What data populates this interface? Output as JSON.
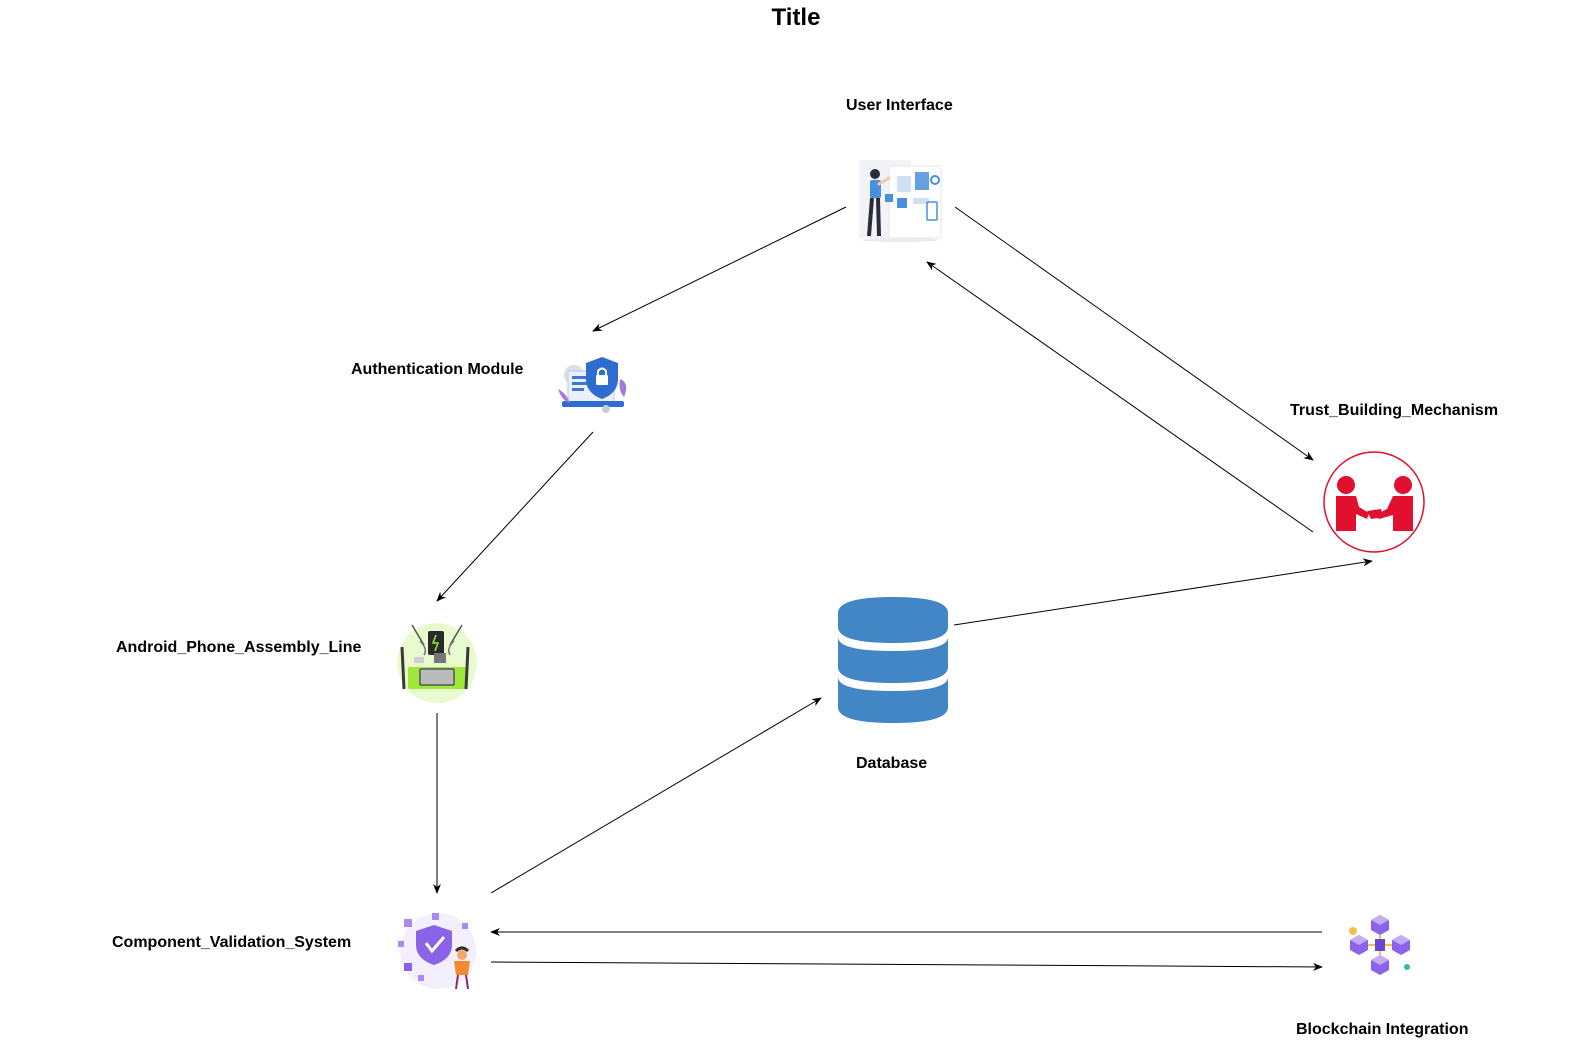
{
  "diagram": {
    "title": "Title",
    "nodes": {
      "user_interface": {
        "label": "User Interface",
        "icon": "user-interface-illustration-icon"
      },
      "authentication": {
        "label": "Authentication Module",
        "icon": "security-shield-lock-icon"
      },
      "trust": {
        "label": "Trust_Building_Mechanism",
        "icon": "handshake-icon"
      },
      "assembly": {
        "label": "Android_Phone_Assembly_Line",
        "icon": "phone-assembly-icon"
      },
      "database": {
        "label": "Database",
        "icon": "database-cylinder-icon"
      },
      "validation": {
        "label": "Component_Validation_System",
        "icon": "validation-shield-check-icon"
      },
      "blockchain": {
        "label": "Blockchain Integration",
        "icon": "blockchain-cubes-icon"
      }
    },
    "edges": [
      {
        "from": "user_interface",
        "to": "authentication"
      },
      {
        "from": "user_interface",
        "to": "trust"
      },
      {
        "from": "trust",
        "to": "user_interface"
      },
      {
        "from": "authentication",
        "to": "assembly"
      },
      {
        "from": "assembly",
        "to": "validation"
      },
      {
        "from": "validation",
        "to": "database"
      },
      {
        "from": "database",
        "to": "trust"
      },
      {
        "from": "blockchain",
        "to": "validation"
      },
      {
        "from": "validation",
        "to": "blockchain"
      }
    ],
    "colors": {
      "database_blue": "#4286c6",
      "handshake_red": "#e0102e",
      "ui_blue": "#4a8fdc",
      "validation_purple": "#8a63e8",
      "assembly_green": "#9ee83a",
      "arrow": "#000000"
    }
  }
}
